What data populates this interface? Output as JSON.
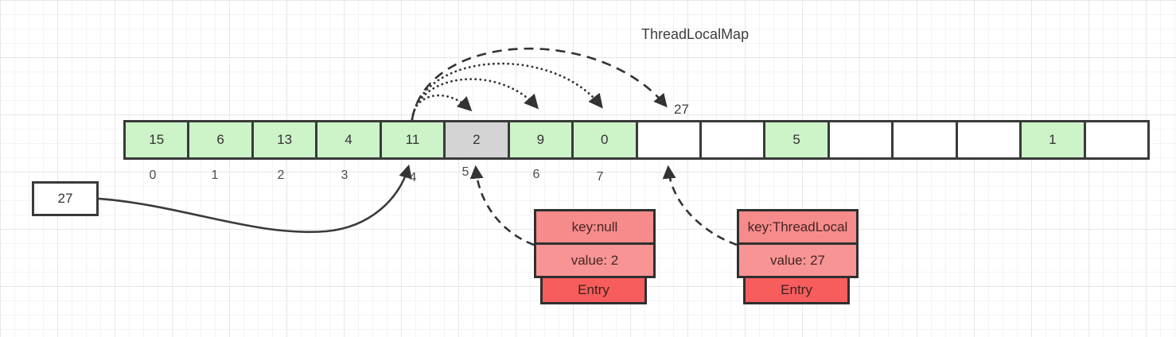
{
  "title": "ThreadLocalMap",
  "colors": {
    "cell_green": "#cdf3c9",
    "cell_gray": "#d4d4d4",
    "entry_salmon": "#f68b8b",
    "entry_salmon_light": "#f89494",
    "entry_red": "#f75d5d",
    "line_color": "#3a3a3a"
  },
  "array": {
    "cells": [
      {
        "value": "15",
        "state": "green"
      },
      {
        "value": "6",
        "state": "green"
      },
      {
        "value": "13",
        "state": "green"
      },
      {
        "value": "4",
        "state": "green"
      },
      {
        "value": "11",
        "state": "green"
      },
      {
        "value": "2",
        "state": "gray"
      },
      {
        "value": "9",
        "state": "green"
      },
      {
        "value": "0",
        "state": "green"
      },
      {
        "value": "",
        "state": "white"
      },
      {
        "value": "",
        "state": "white"
      },
      {
        "value": "5",
        "state": "green"
      },
      {
        "value": "",
        "state": "white"
      },
      {
        "value": "",
        "state": "white"
      },
      {
        "value": "",
        "state": "white"
      },
      {
        "value": "1",
        "state": "green"
      },
      {
        "value": "",
        "state": "white"
      }
    ],
    "index_labels": [
      "0",
      "1",
      "2",
      "3",
      "4",
      "5",
      "6",
      "7"
    ]
  },
  "hash_box": {
    "label": "27"
  },
  "probe_label": "27",
  "entries": [
    {
      "key": "key:null",
      "value": "value: 2",
      "tab": "Entry"
    },
    {
      "key": "key:ThreadLocal",
      "value": "value: 27",
      "tab": "Entry"
    }
  ]
}
